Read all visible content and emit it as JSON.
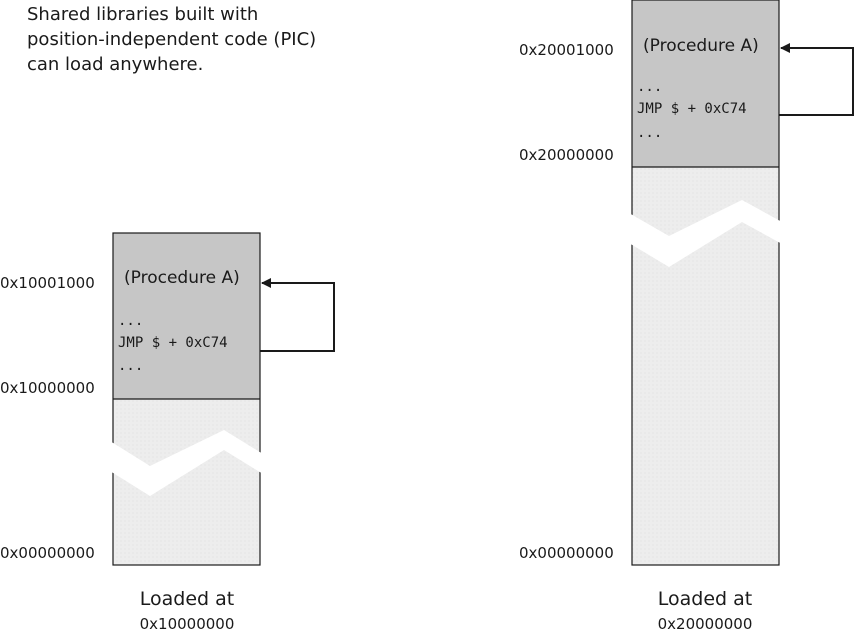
{
  "caption": {
    "line1": "Shared libraries built with",
    "line2": "position-independent code (PIC)",
    "line3": "can load anywhere."
  },
  "left_column": {
    "procedure_label": "(Procedure A)",
    "code": [
      "...",
      "JMP $ + 0xC74",
      "..."
    ],
    "addresses": {
      "procedure": "0x10001000",
      "base": "0x10000000",
      "zero": "0x00000000"
    },
    "loaded_label": "Loaded at",
    "loaded_address": "0x10000000"
  },
  "right_column": {
    "procedure_label": "(Procedure A)",
    "code": [
      "...",
      "JMP $ + 0xC74",
      "..."
    ],
    "addresses": {
      "procedure": "0x20001000",
      "base": "0x20000000",
      "zero": "0x00000000"
    },
    "loaded_label": "Loaded at",
    "loaded_address": "0x20000000"
  },
  "colors": {
    "code_region": "#c6c6c6",
    "memory_region": "#ededed",
    "outline": "#1a1a1a"
  }
}
